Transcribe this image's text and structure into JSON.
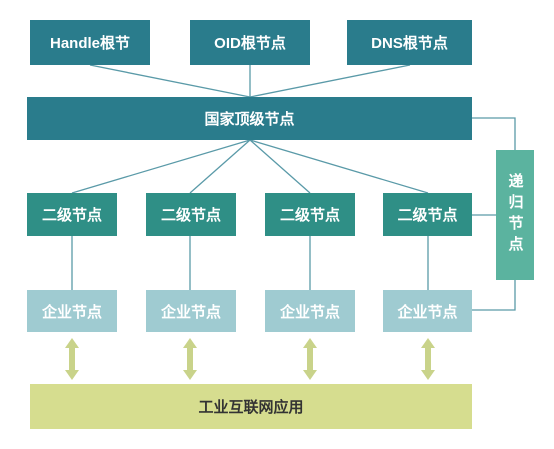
{
  "root_nodes": [
    {
      "label": "Handle根节"
    },
    {
      "label": "OID根节点"
    },
    {
      "label": "DNS根节点"
    }
  ],
  "national_node": {
    "label": "国家顶级节点"
  },
  "secondary_nodes": [
    {
      "label": "二级节点"
    },
    {
      "label": "二级节点"
    },
    {
      "label": "二级节点"
    },
    {
      "label": "二级节点"
    }
  ],
  "enterprise_nodes": [
    {
      "label": "企业节点"
    },
    {
      "label": "企业节点"
    },
    {
      "label": "企业节点"
    },
    {
      "label": "企业节点"
    }
  ],
  "recursive_node": {
    "label": "递归节点"
  },
  "application": {
    "label": "工业互联网应用"
  },
  "colors": {
    "dark_teal": "#2a7c8c",
    "teal": "#2f8f86",
    "light_teal": "#9fcbd1",
    "recursive_green": "#5bb39f",
    "app_olive": "#d6dd8f",
    "arrow": "#c9d38a",
    "line": "#5a9aa8"
  }
}
